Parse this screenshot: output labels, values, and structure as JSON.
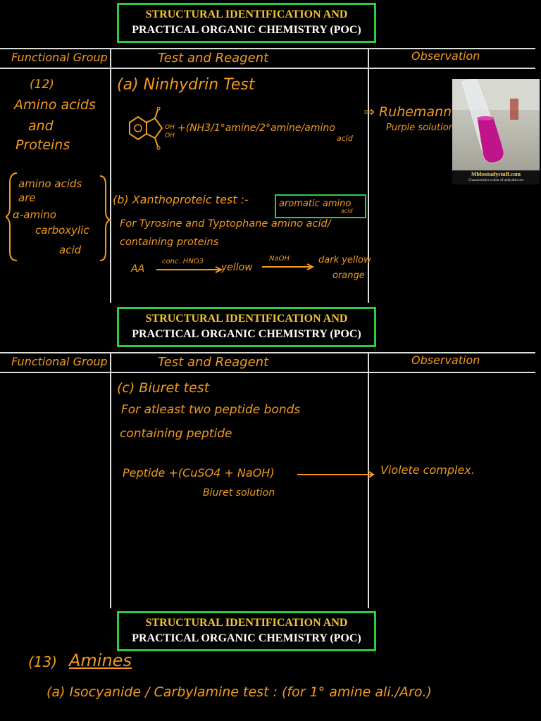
{
  "header": {
    "line1": "STRUCTURAL IDENTIFICATION AND",
    "line2": "PRACTICAL ORGANIC CHEMISTRY (POC)"
  },
  "table": {
    "col_functional_group": "Functional Group",
    "col_test_reagent": "Test and Reagent",
    "col_observation": "Observation"
  },
  "section1": {
    "number": "(12)",
    "group_line1": "Amino acids",
    "group_line2": "and",
    "group_line3": "Proteins",
    "note_line1": "amino acids",
    "note_line2": "are",
    "note_line3": "α-amino",
    "note_line4": "carboxylic",
    "note_line5": "acid",
    "test_a_title": "(a) Ninhydrin Test",
    "test_a_reagent": "+(NH3/1°amine/2°amine/amino",
    "test_a_reagent2": "acid",
    "test_a_oh1": "OH",
    "test_a_oh2": "OH",
    "test_a_obs1": "⇒ Ruhemann",
    "test_a_obs2": "Purple solution",
    "photo_site": "Mbbsstudystuff.com",
    "photo_caption": "Characteristics colour of ninhydrin test",
    "test_b_title": "(b) Xanthoproteic test :-",
    "test_b_box1": "aromatic amino",
    "test_b_box2": "acid",
    "test_b_line1": "For Tyrosine and Typtophane amino acid/",
    "test_b_line2": "containing proteins",
    "test_b_aa": "AA",
    "test_b_reagent1": "conc. HNO3",
    "test_b_yellow": "yellow",
    "test_b_reagent2": "NaOH",
    "test_b_result1": "dark yellow",
    "test_b_result2": "orange"
  },
  "section2": {
    "test_c_title": "(c) Biuret test",
    "test_c_line1": "For atleast two peptide bonds",
    "test_c_line2": "containing peptide",
    "test_c_eq": "Peptide +(CuSO4 + NaOH)",
    "test_c_obs": "Violete complex.",
    "test_c_sol": "Biuret solution"
  },
  "section3": {
    "number": "(13)",
    "title": "Amines",
    "test_a": "(a) Isocyanide / Carbylamine test : (for 1° amine ali./Aro.)"
  },
  "colors": {
    "handwriting": "#f39a1e",
    "header_gold": "#f5c430",
    "header_border": "#2ecc40",
    "solution": "#c0158a"
  }
}
